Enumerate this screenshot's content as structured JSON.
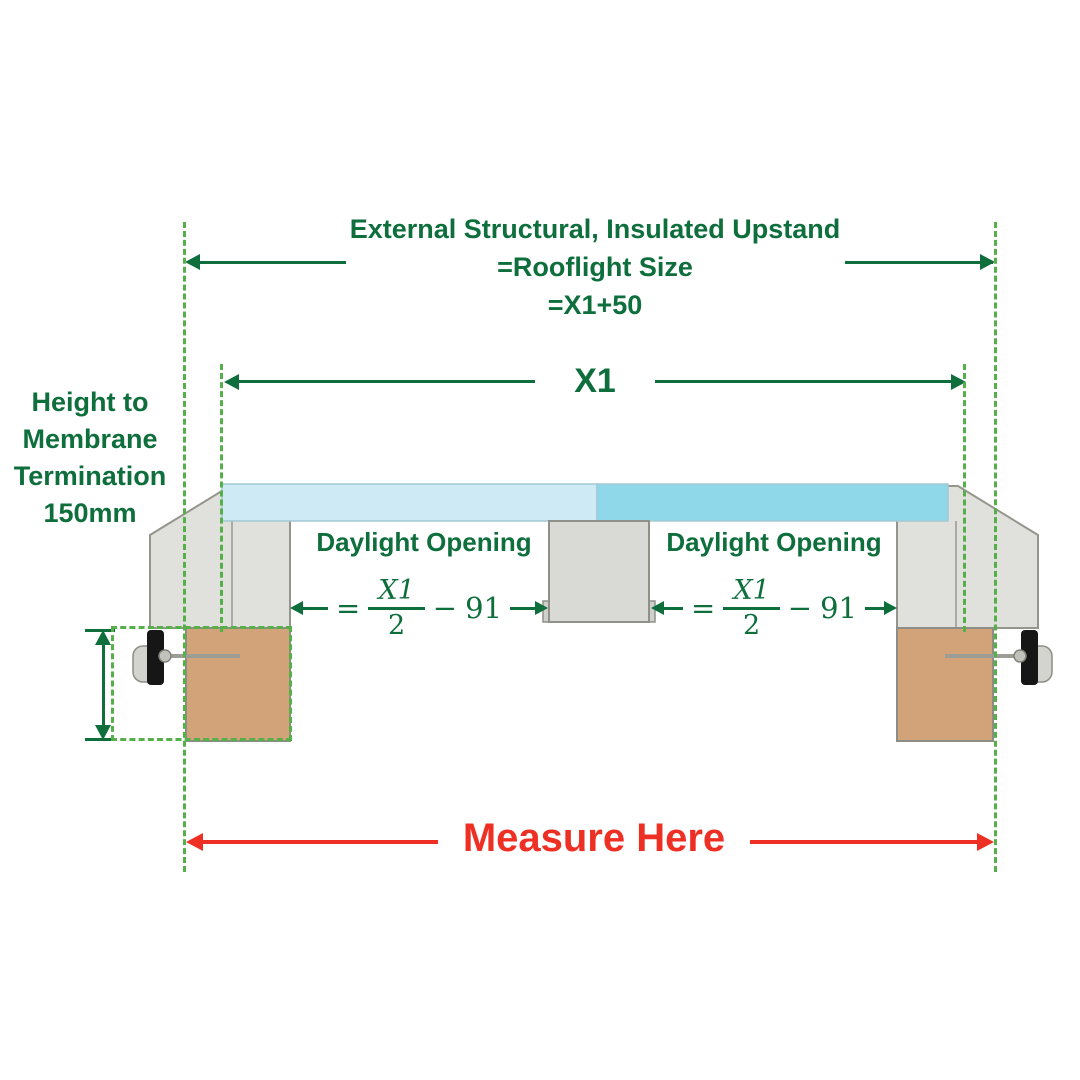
{
  "colors": {
    "text_green": "#0e6e3c",
    "dash_green": "#55b04a",
    "red": "#ee2f24",
    "glass_left": "#cdeaf5",
    "glass_right": "#8fd8ea",
    "frame_gray": "#e0e0dc",
    "timber_tan": "#d2a378"
  },
  "annotations": {
    "upstand": {
      "line1": "External Structural, Insulated Upstand",
      "line2": "=Rooflight Size",
      "line3": "=X1+50"
    },
    "x1": "X1",
    "height": {
      "line1": "Height to",
      "line2": "Membrane",
      "line3": "Termination",
      "line4": "150mm"
    },
    "daylight_left": "Daylight Opening",
    "daylight_right": "Daylight Opening",
    "formula": {
      "equals": "=",
      "numerator": "X1",
      "denominator": "2",
      "minus": "−",
      "term": "91"
    },
    "measure": "Measure Here"
  }
}
